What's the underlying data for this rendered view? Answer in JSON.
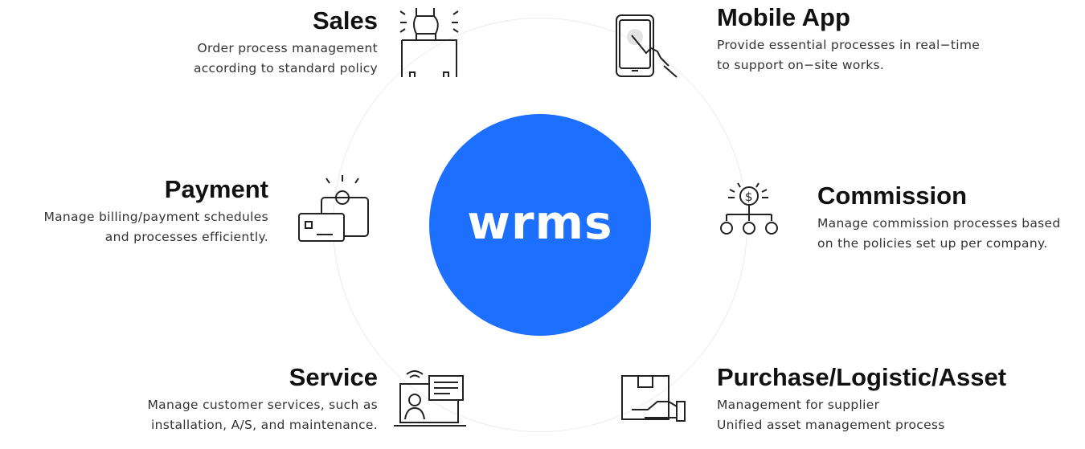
{
  "logo": "wrms",
  "colors": {
    "brand": "#1d6fff",
    "ring": "#ececec"
  },
  "modules": {
    "sales": {
      "title": "Sales",
      "lines": [
        "Order process management",
        "according to standard policy"
      ],
      "icon": "briefcase-hand-icon"
    },
    "mobile": {
      "title": "Mobile App",
      "lines": [
        "Provide essential processes in real−time",
        "to support on−site works."
      ],
      "icon": "tablet-touch-icon"
    },
    "payment": {
      "title": "Payment",
      "lines": [
        "Manage billing/payment schedules",
        "and processes efficiently."
      ],
      "icon": "wallet-card-icon"
    },
    "commission": {
      "title": "Commission",
      "lines": [
        "Manage commission processes based",
        "on the policies set up per company."
      ],
      "icon": "dollar-network-icon"
    },
    "service": {
      "title": "Service",
      "lines": [
        "Manage customer services, such as",
        "installation, A/S, and maintenance."
      ],
      "icon": "laptop-support-icon"
    },
    "purchase": {
      "title": "Purchase/Logistic/Asset",
      "lines": [
        "Management for supplier",
        "Unified asset management process"
      ],
      "icon": "box-hand-icon"
    }
  }
}
